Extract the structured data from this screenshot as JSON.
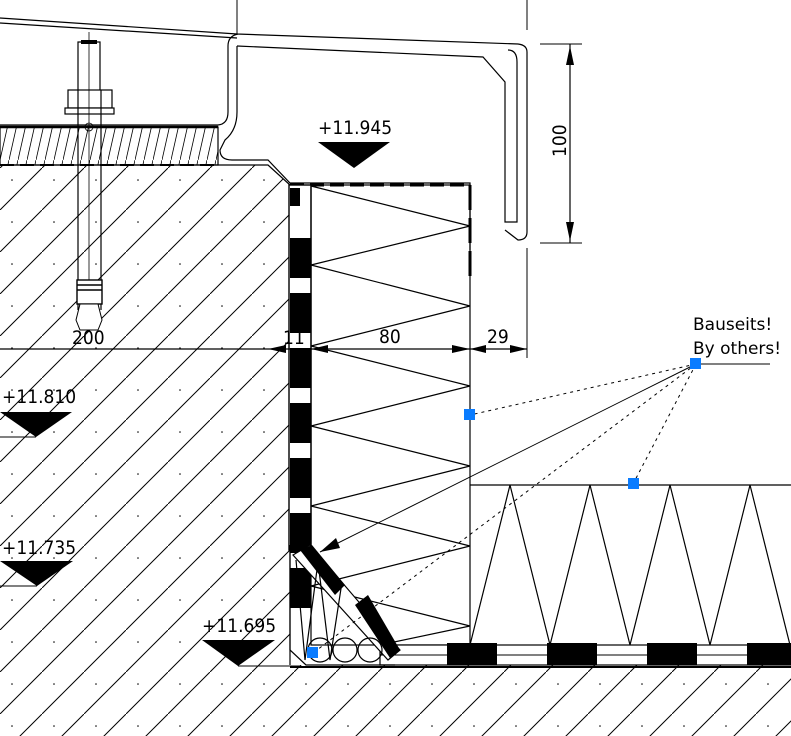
{
  "drawing": {
    "title": "Parapet / attic edge detail",
    "elevations": [
      {
        "id": "top-insulation",
        "label": "+11.945"
      },
      {
        "id": "left-upper",
        "label": "+11.810"
      },
      {
        "id": "left-lower",
        "label": "+11.735"
      },
      {
        "id": "floor-level",
        "label": "+11.695"
      }
    ],
    "dimensions": {
      "anchor_length": "200",
      "membrane_thickness": "11",
      "insulation_width": "80",
      "gap": "29",
      "flashing_height": "100"
    },
    "annotation": {
      "line1": "Bauseits!",
      "line2": "By others!"
    },
    "colors": {
      "lines": "#000000",
      "background": "#ffffff",
      "grip": "#0a7cff"
    }
  }
}
